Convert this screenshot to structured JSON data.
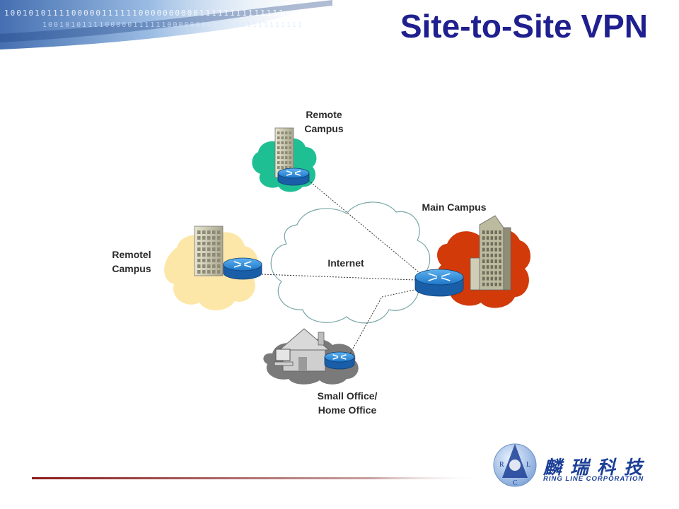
{
  "slide": {
    "title": "Site-to-Site VPN",
    "banner_binary": "1001010111100000111111000000000011111111111111"
  },
  "diagram": {
    "labels": {
      "remote_campus_top": [
        "Remote",
        "Campus"
      ],
      "remote_campus_left": [
        "Remotel",
        "Campus"
      ],
      "main_campus": "Main Campus",
      "internet": "Internet",
      "soho": [
        "Small Office/",
        "Home Office"
      ]
    },
    "colors": {
      "title": "#1f1f8f",
      "remote_top_cloud": "#1fbf94",
      "remote_left_cloud": "#fde7a8",
      "main_cloud": "#d23a0a",
      "soho_cloud": "#7a7a7a",
      "router": "#1c76c8",
      "footer_line": "#8b1a1a"
    }
  },
  "logo": {
    "letters": [
      "R",
      "L",
      "C"
    ],
    "chinese": "麟瑞科技",
    "english": "RING LINE CORPORATION"
  }
}
